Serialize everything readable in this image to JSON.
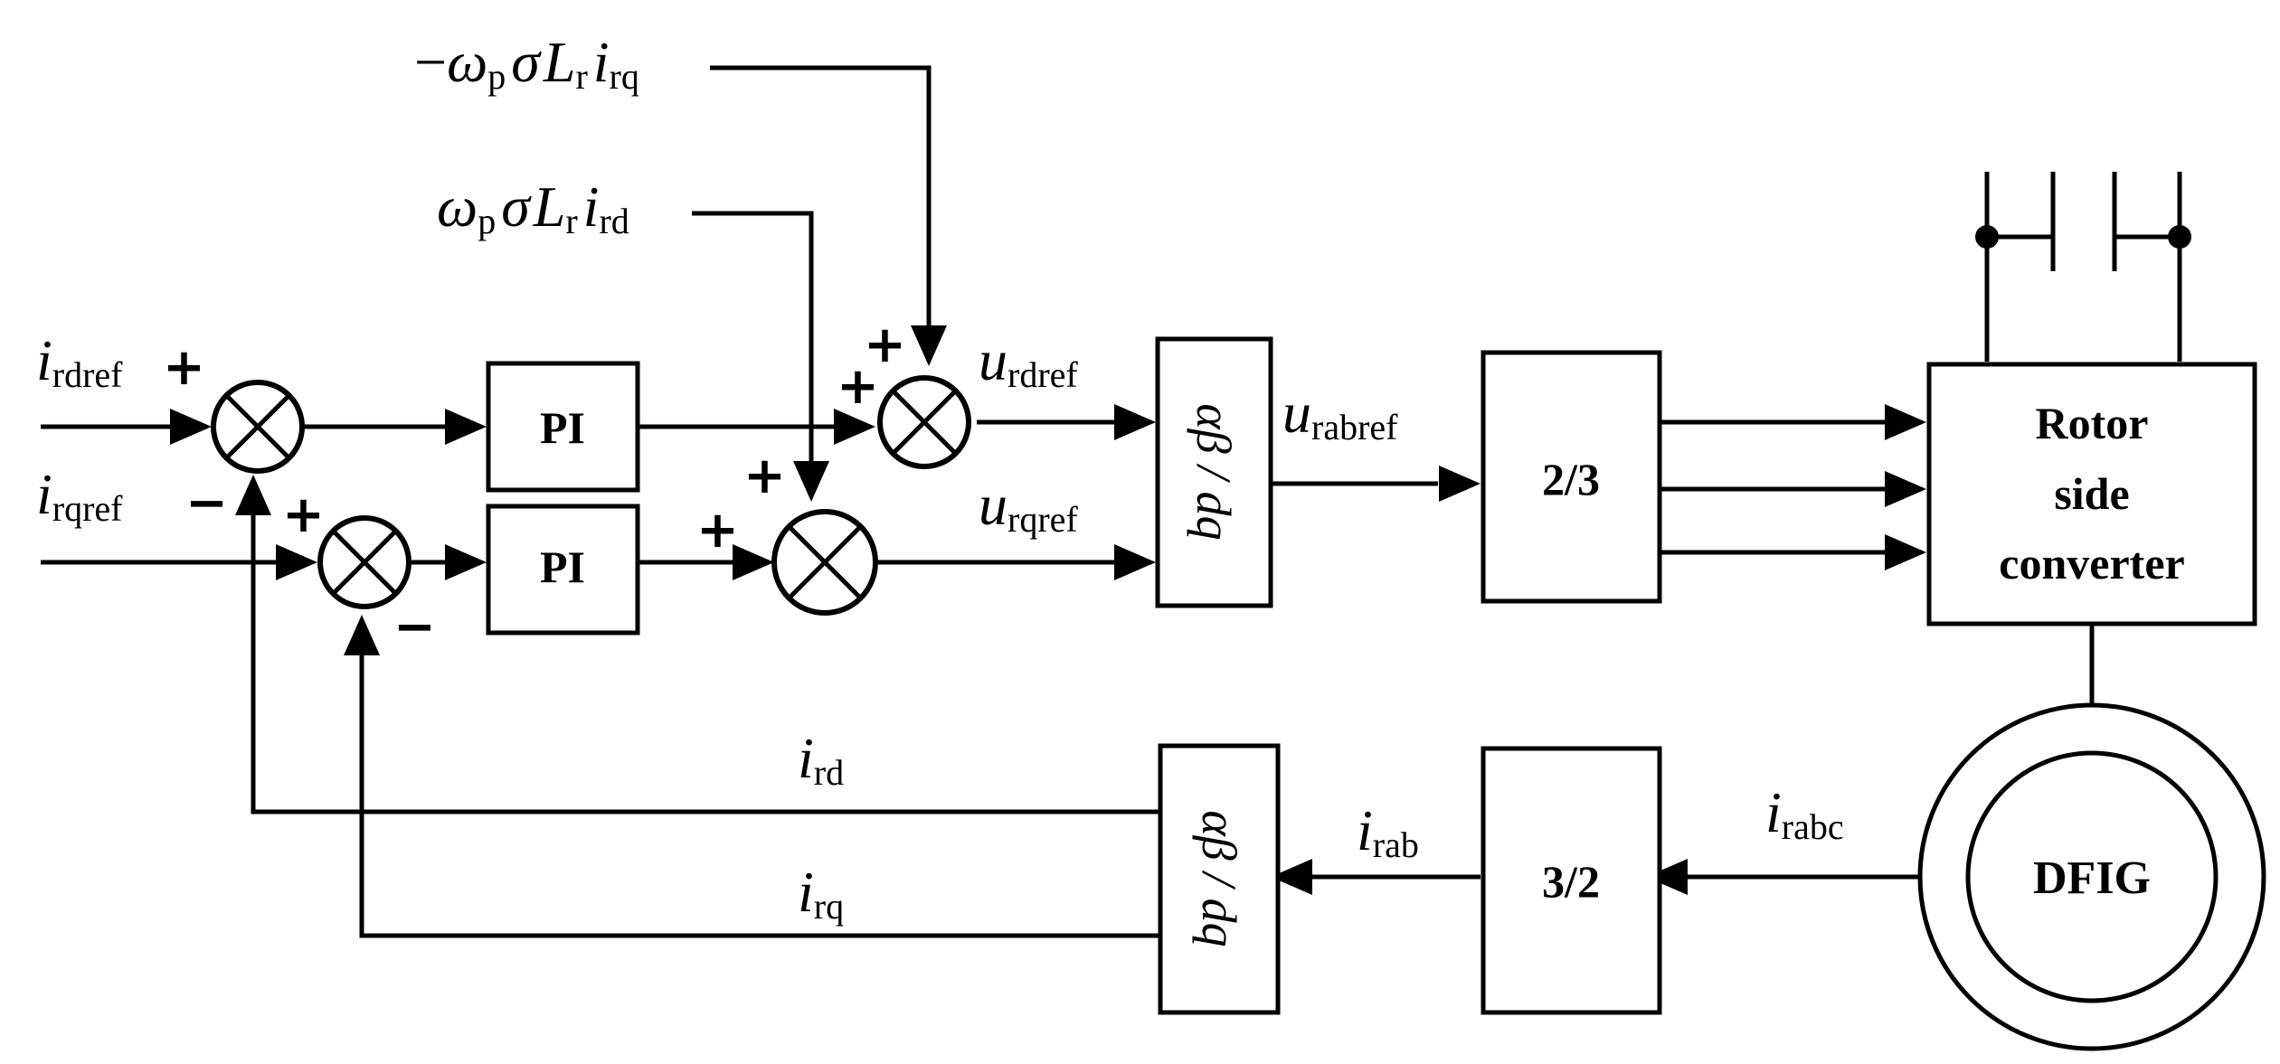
{
  "blocks": {
    "pi_d": "PI",
    "pi_q": "PI",
    "park_inv": "αβ / dq",
    "park_fwd": "αβ / dq",
    "t23": "2/3",
    "t32": "3/2",
    "rsc": [
      "Rotor",
      "side",
      "converter"
    ],
    "dfig": "DFIG"
  },
  "signals": {
    "i_rdref": {
      "main": "i",
      "sub": "rdref"
    },
    "i_rqref": {
      "main": "i",
      "sub": "rqref"
    },
    "u_rdref": {
      "main": "u",
      "sub": "rdref"
    },
    "u_rqref": {
      "main": "u",
      "sub": "rqref"
    },
    "u_rabref": {
      "main": "u",
      "sub": "rabref"
    },
    "i_rd": {
      "main": "i",
      "sub": "rd"
    },
    "i_rq": {
      "main": "i",
      "sub": "rq"
    },
    "i_rab": {
      "main": "i",
      "sub": "rab"
    },
    "i_rabc": {
      "main": "i",
      "sub": "rabc"
    }
  },
  "feedforward": {
    "neg": {
      "minus": "−",
      "omega": "ω",
      "omega_sub": "p",
      "sigma": "σ",
      "L": "L",
      "L_sub": "r",
      "i": "i",
      "i_sub": "rq"
    },
    "pos": {
      "omega": "ω",
      "omega_sub": "p",
      "sigma": "σ",
      "L": "L",
      "L_sub": "r",
      "i": "i",
      "i_sub": "rd"
    }
  },
  "signs": {
    "plus": "+",
    "minus": "−"
  }
}
